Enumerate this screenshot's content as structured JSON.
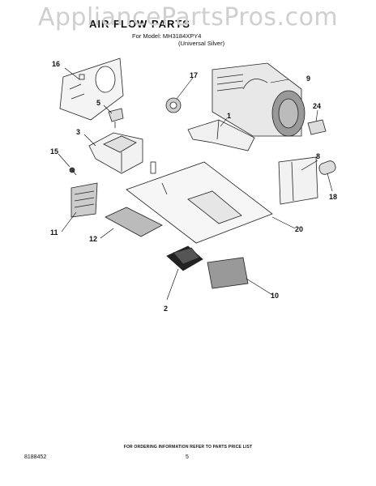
{
  "watermark": "AppliancePartsPros.com",
  "header": {
    "title": "AIR FLOW PARTS",
    "model_line": "For Model: MH3184XPY4",
    "finish_line": "(Universal Silver)"
  },
  "callouts": {
    "c1": "1",
    "c2": "2",
    "c3": "3",
    "c5": "5",
    "c8": "8",
    "c9": "9",
    "c10": "10",
    "c11": "11",
    "c12": "12",
    "c15": "15",
    "c16": "16",
    "c17": "17",
    "c18": "18",
    "c20": "20",
    "c24": "24"
  },
  "footer": {
    "ordering_note": "FOR ORDERING INFORMATION REFER TO PARTS PRICE LIST",
    "document_number": "8188452",
    "page_number": "5"
  }
}
